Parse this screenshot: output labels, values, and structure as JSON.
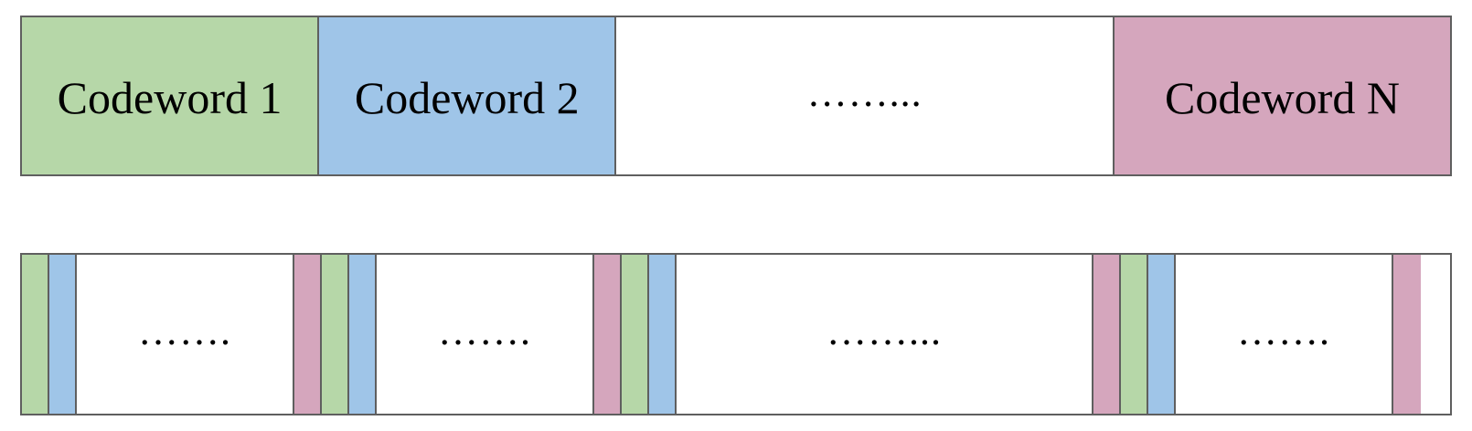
{
  "colors": {
    "codeword_1": "#b6d7a8",
    "codeword_2": "#9fc5e8",
    "codeword_n": "#d5a6bd",
    "gap": "#ffffff",
    "border": "#5f5f5f"
  },
  "top_row": {
    "codeword_1_label": "Codeword 1",
    "codeword_2_label": "Codeword 2",
    "ellipsis": "……...",
    "codeword_n_label": "Codeword N"
  },
  "bottom_row": {
    "group_1_ellipsis": "…….",
    "group_2_ellipsis": "…….",
    "group_3_ellipsis": "……...",
    "group_4_ellipsis": "……."
  }
}
